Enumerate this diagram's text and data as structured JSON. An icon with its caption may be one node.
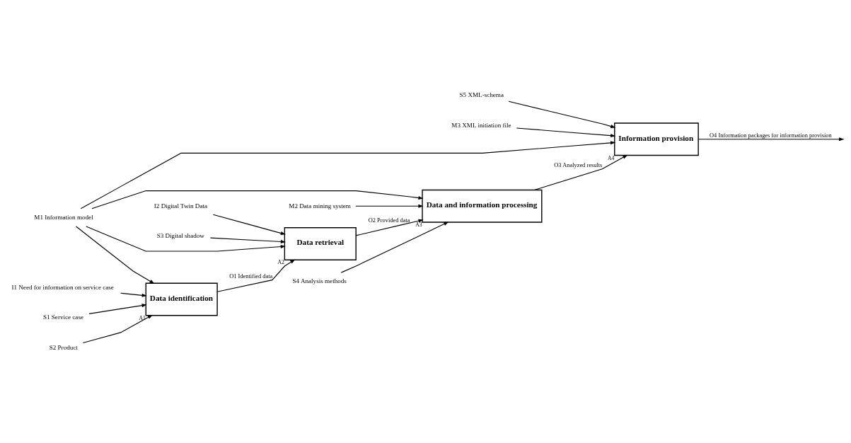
{
  "diagram": {
    "nodes": [
      {
        "text": [
          "Data identification"
        ],
        "beside": [
          "A1"
        ]
      },
      {
        "text": [
          "Data retrieval"
        ],
        "beside": [
          "A2"
        ]
      },
      {
        "text": [
          "Data and information processing"
        ],
        "beside": [
          "A3"
        ]
      },
      {
        "text": [
          "Information provision"
        ],
        "beside": [
          "A4"
        ]
      },
      {
        "text": [
          "I1 Need for information on service case"
        ]
      },
      {
        "text": [
          "S1 Service case"
        ]
      },
      {
        "text": [
          "S2 Product"
        ]
      },
      {
        "text": [
          "I2 Digital Twin Data"
        ]
      },
      {
        "text": [
          "S3 Digital shadow"
        ]
      },
      {
        "text": [
          "S4 Analysis methods"
        ]
      },
      {
        "text": [
          "S5 XML-schema"
        ]
      },
      {
        "text": [
          "M2 Data mining system"
        ]
      },
      {
        "text": [
          "M3 XML initiation file"
        ]
      },
      {
        "text": [
          "M1 Information model"
        ]
      }
    ],
    "edges": [
      {
        "from": 4,
        "to": 0,
        "arrow": "to"
      },
      {
        "from": 5,
        "to": 0,
        "arrow": "to"
      },
      {
        "from": 6,
        "to": 0,
        "arrow": "to"
      },
      {
        "from": 0,
        "to": 1,
        "arrow": "to",
        "label": "O1 Identified data"
      },
      {
        "from": 7,
        "to": 1,
        "arrow": "to"
      },
      {
        "from": 8,
        "to": 1,
        "arrow": "to"
      },
      {
        "from": 1,
        "to": 2,
        "arrow": "to",
        "label": "O2 Provided data"
      },
      {
        "from": 9,
        "to": 2,
        "arrow": "to"
      },
      {
        "from": 11,
        "to": 2,
        "arrow": "to"
      },
      {
        "from": 2,
        "to": 3,
        "arrow": "to",
        "label": "O3 Analyzed results"
      },
      {
        "from": 10,
        "to": 3,
        "arrow": "to"
      },
      {
        "from": 12,
        "to": 3,
        "arrow": "to"
      },
      {
        "from": 3,
        "to": null,
        "arrow": "to",
        "label": "O4 Information packages for information provision"
      },
      {
        "from": 13,
        "to": 0,
        "arrow": "to"
      },
      {
        "from": 13,
        "to": 1,
        "arrow": "to"
      },
      {
        "from": 13,
        "to": 2,
        "arrow": "to"
      },
      {
        "from": 13,
        "to": 3,
        "arrow": "to"
      }
    ]
  }
}
